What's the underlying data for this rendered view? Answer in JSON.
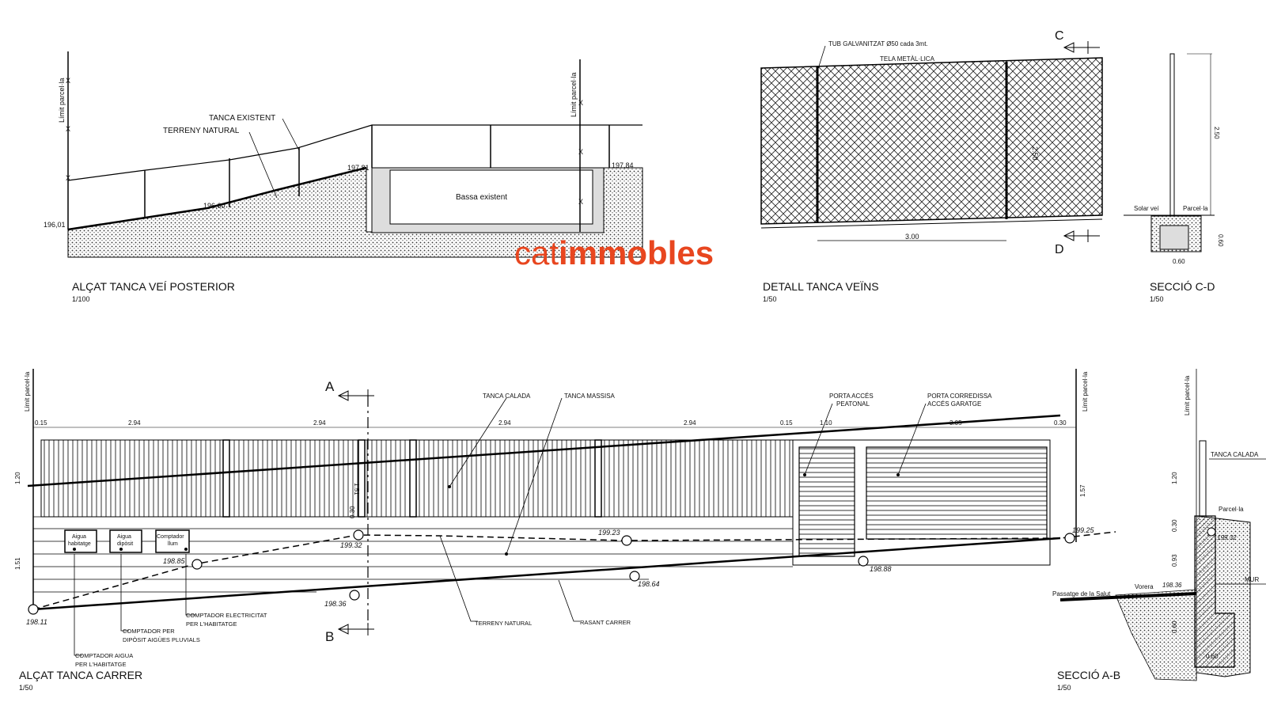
{
  "watermark": {
    "prefix": "cat",
    "main": "immobles",
    "color": "#e8461f"
  },
  "drawings": {
    "rear": {
      "title": "ALÇAT TANCA VEÍ POSTERIOR",
      "scale": "1/100",
      "limit_label": "Límit parcel·la",
      "limit_label_right": "Límit parcel·la",
      "tanca_existent": "TANCA EXISTENT",
      "terreny_natural": "TERRENY NATURAL",
      "bassa": "Bassa existent",
      "levels": [
        "196,01",
        "196,60",
        "197,81",
        "197,84"
      ],
      "x_mark": "X"
    },
    "detail": {
      "title": "DETALL TANCA VEÏNS",
      "scale": "1/50",
      "tub": "TUB GALVANITZAT Ø50 cada 3mt.",
      "tela": "TELA METÀL·LICA",
      "width": "3.00",
      "height": "2.50",
      "cut_c": "C",
      "cut_d": "D"
    },
    "section_cd": {
      "title": "SECCIÓ C-D",
      "scale": "1/50",
      "solar_vei": "Solar veí",
      "parcela": "Parcel·la",
      "height": "2.50",
      "found_h": "0.60",
      "found_w": "0.60"
    },
    "street": {
      "title": "ALÇAT TANCA CARRER",
      "scale": "1/50",
      "limit_label": "Límit parcel·la",
      "cut_a": "A",
      "cut_b": "B",
      "tanca_calada": "TANCA CALADA",
      "tanca_massissa": "TANCA MASSISA",
      "porta_peatonal": [
        "PORTA ACCÉS",
        "PEATONAL"
      ],
      "porta_corredissa": [
        "PORTA CORREDISSA",
        "ACCÉS GARATGE"
      ],
      "dims_top": [
        "0.15",
        "2.94",
        "2.94",
        "2.94",
        "2.94",
        "0.15",
        "1.10",
        "3.05",
        "0.30"
      ],
      "dim_left_upper": "1.20",
      "dim_left_lower": "1.51",
      "dim_right": "1.57",
      "dim_mid": "1.51",
      "dim_mid_small": "0.30",
      "boxes": [
        [
          "Aigua",
          "habitatge"
        ],
        [
          "Aigua",
          "dipòsit"
        ],
        [
          "Comptador",
          "llum"
        ]
      ],
      "levels": [
        "198.11",
        "198.85",
        "198.36",
        "199.32",
        "199.23",
        "198.64",
        "198.88",
        "199.25"
      ],
      "comptador_elec": [
        "COMPTADOR ELECTRICITAT",
        "PER L'HABITATGE"
      ],
      "comptador_diposit": [
        "COMPTADOR PER",
        "DIPÒSIT AIGÜES PLUVIALS"
      ],
      "comptador_aigua": [
        "COMPTADOR AIGUA",
        "PER L'HABITATGE"
      ],
      "terreny_natural": "TERRENY NATURAL",
      "rasant_carrer": "RASANT CARRER"
    },
    "section_ab": {
      "title": "SECCIÓ A-B",
      "scale": "1/50",
      "limit_label": "Límit parcel·la",
      "tanca_calada": "TANCA CALADA",
      "parcela": "Parcel·la",
      "level_top": "199.32",
      "level_vorera": "198.36",
      "vorera": "Vorera",
      "passatge": "Passatge de la Salut",
      "mur": "MUR",
      "dims": [
        "1.20",
        "0.30",
        "0.93",
        "0.60",
        "0.60"
      ]
    }
  }
}
